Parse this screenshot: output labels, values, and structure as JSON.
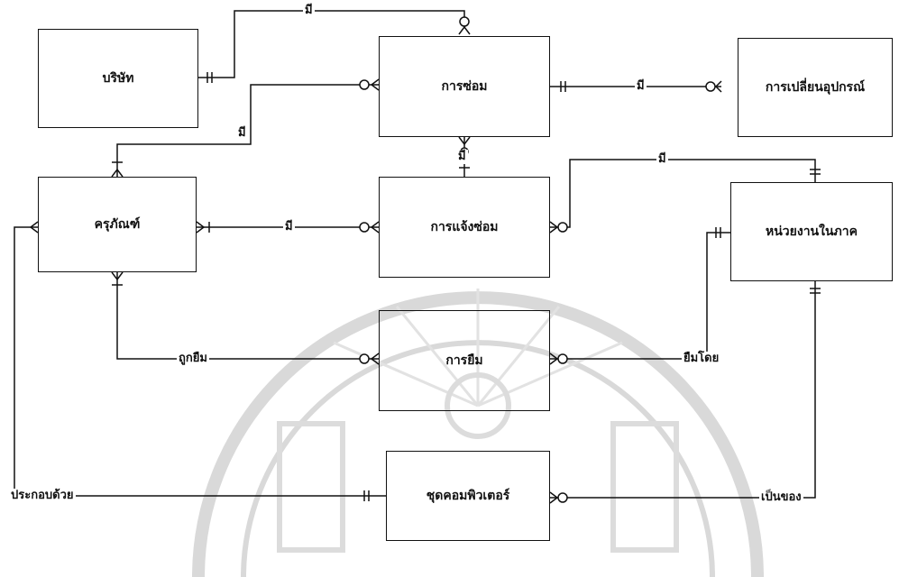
{
  "entities": {
    "company": "บริษัท",
    "repair": "การซ่อม",
    "replace": "การเปลี่ยนอุปกรณ์",
    "equipment": "ครุภัณฑ์",
    "repair_request": "การแจ้งซ่อม",
    "department": "หน่วยงานในภาค",
    "borrow": "การยืม",
    "computer_set": "ชุดคอมพิวเตอร์"
  },
  "relationships": {
    "company_repair": "มี",
    "repair_replace": "มี",
    "equipment_repair": "มี",
    "repair_request_link": "มี",
    "request_department": "มี",
    "equipment_request": "มี",
    "borrowed": "ถูกยืม",
    "borrowed_by": "ยืมโดย",
    "composed_of": "ประกอบด้วย",
    "belongs_to": "เป็นของ"
  },
  "colors": {
    "line": "#111111",
    "watermark": "#d6d6d6"
  }
}
